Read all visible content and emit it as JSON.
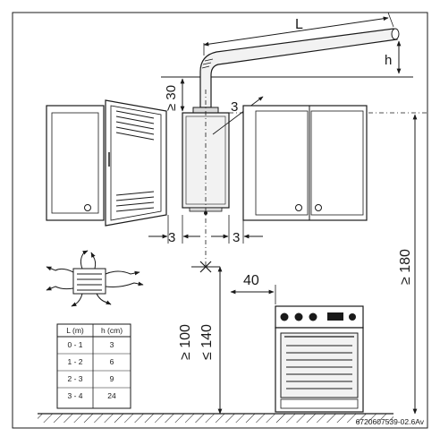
{
  "dimensions": {
    "flue_length": "L",
    "flue_rise": "h",
    "top_clearance": "≥ 30",
    "side_clearance_left": "3",
    "side_clearance_right": "3",
    "front_clearance": "3",
    "height_right": "≥ 180",
    "stove_offset": "40",
    "height_min": "≥ 100",
    "height_max": "≤ 140"
  },
  "table": {
    "headers": [
      "L (m)",
      "h (cm)"
    ],
    "rows": [
      [
        "0 - 1",
        "3"
      ],
      [
        "1 - 2",
        "6"
      ],
      [
        "2 - 3",
        "9"
      ],
      [
        "3 - 4",
        "24"
      ]
    ]
  },
  "figure_code": "6720607539-02.6Av",
  "colors": {
    "line": "#1a1a1a",
    "fill_light": "#f2f2f2",
    "fill_mid": "#d9d9d9"
  }
}
